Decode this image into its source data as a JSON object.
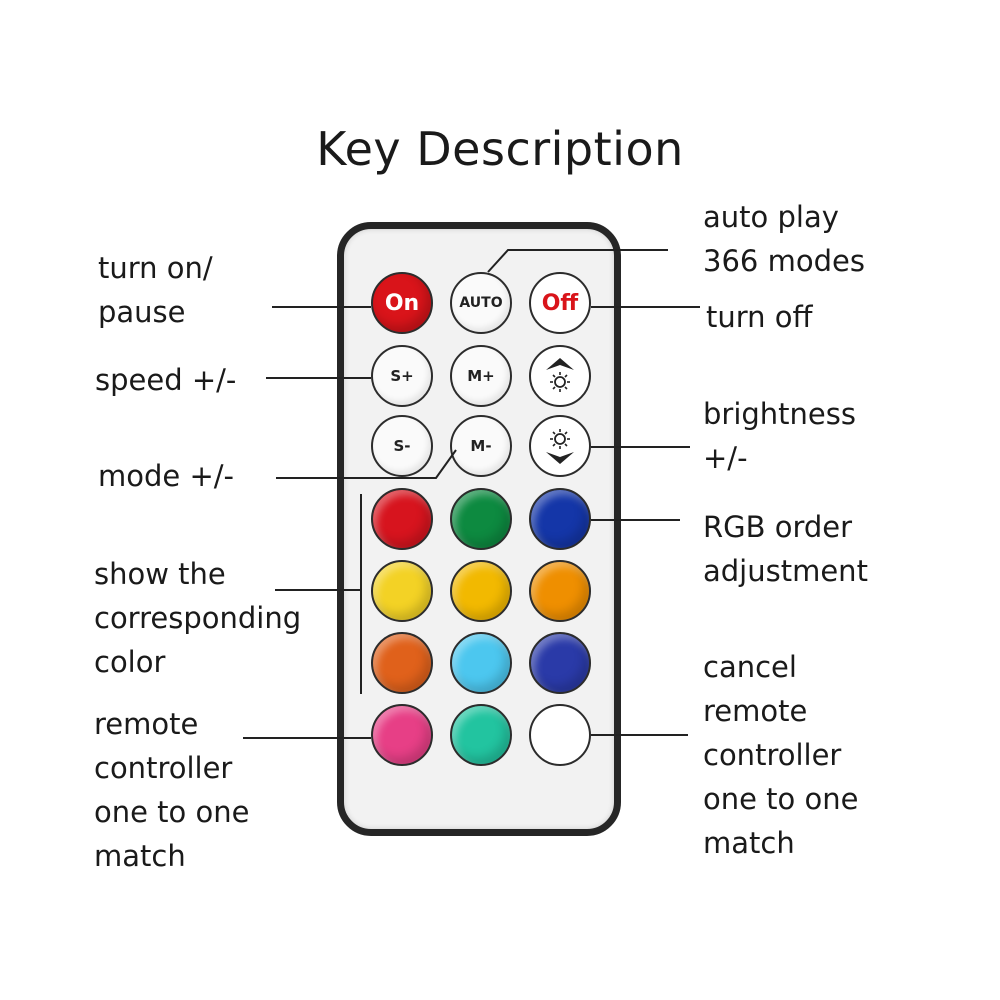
{
  "title": "Key Description",
  "buttons": {
    "on": "On",
    "auto": "AUTO",
    "off": "Off",
    "speed_up": "S+",
    "mode_up": "M+",
    "speed_down": "S-",
    "mode_down": "M-"
  },
  "labels": {
    "turn_on_pause": "turn on/\npause",
    "auto_play": "auto play\n366 modes",
    "turn_off": "turn off",
    "speed": "speed +/-",
    "brightness": "brightness\n+/-",
    "mode": "mode +/-",
    "rgb_order": "RGB order\nadjustment",
    "show_color": "show the\ncorresponding\ncolor",
    "remote_match_left": "remote\ncontroller\none to one\nmatch",
    "cancel_match": "cancel\nremote\ncontroller\none to one\nmatch"
  },
  "color_buttons": [
    {
      "name": "red",
      "color": "#d7141e"
    },
    {
      "name": "green",
      "color": "#0d8a40"
    },
    {
      "name": "blue",
      "color": "#1436a8"
    },
    {
      "name": "yellow",
      "color": "#f3d225"
    },
    {
      "name": "golden-yellow",
      "color": "#f2b900"
    },
    {
      "name": "orange",
      "color": "#ef8f00"
    },
    {
      "name": "dark-orange",
      "color": "#e0611b"
    },
    {
      "name": "light-blue",
      "color": "#4cc7ef"
    },
    {
      "name": "indigo",
      "color": "#2a3aa8"
    },
    {
      "name": "pink",
      "color": "#e73f86"
    },
    {
      "name": "teal",
      "color": "#22c4a0"
    },
    {
      "name": "white",
      "color": "#ffffff"
    }
  ]
}
